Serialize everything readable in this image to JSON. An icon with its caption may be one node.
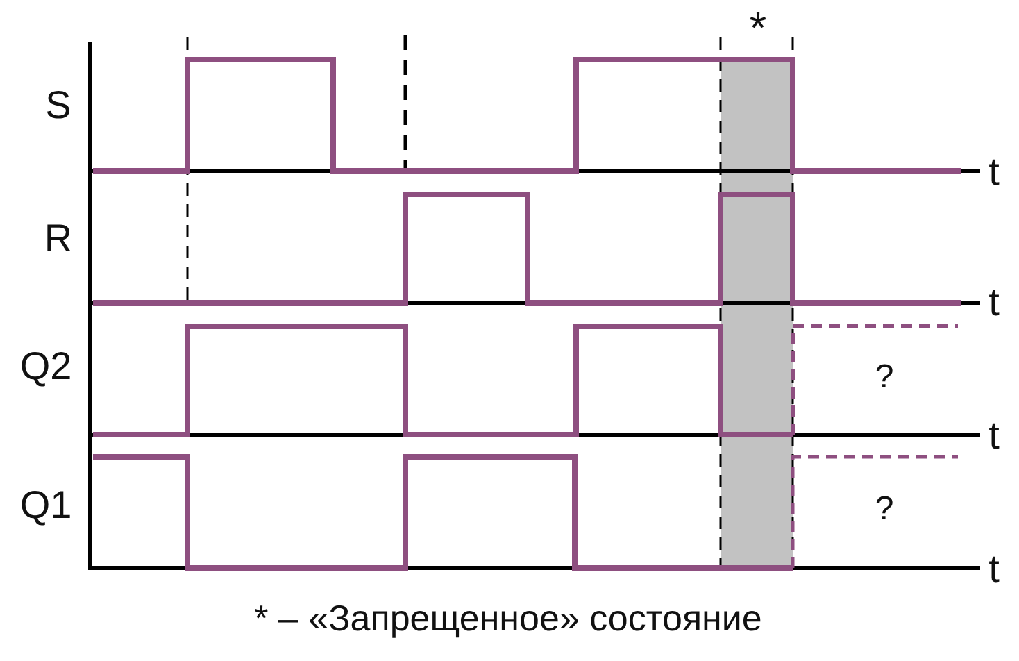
{
  "diagram": {
    "caption": "* – «Запрещенное» состояние",
    "labels": [
      "*",
      "S",
      "t",
      "R",
      "t",
      "Q2",
      "?",
      "t",
      "Q1",
      "?",
      "t"
    ]
  }
}
